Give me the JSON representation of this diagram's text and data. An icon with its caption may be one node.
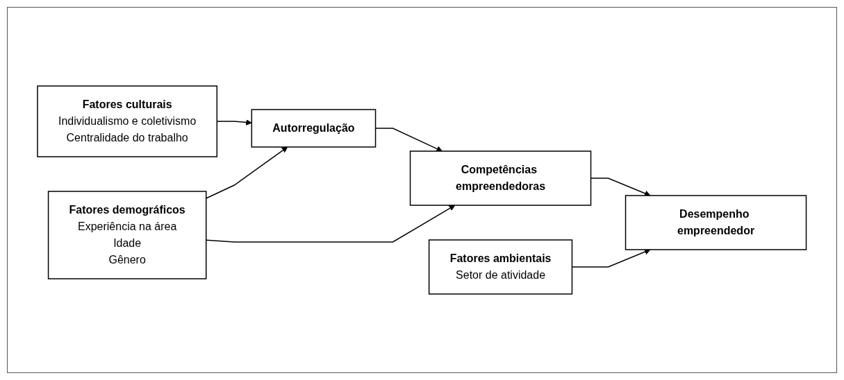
{
  "diagram": {
    "nodes": [
      {
        "text": [
          "Fatores culturais",
          "Individualismo e coletivismo",
          "Centralidade do trabalho"
        ]
      },
      {
        "text": [
          "Fatores demográficos",
          "Experiência na área",
          "Idade",
          "Gênero"
        ]
      },
      {
        "text": [
          "Autorregulação"
        ]
      },
      {
        "text": [
          "Competências empreendedoras"
        ]
      },
      {
        "text": [
          "Fatores ambientais",
          "Setor de atividade"
        ]
      },
      {
        "text": [
          "Desempenho empreendedor"
        ]
      }
    ],
    "edges": [
      {
        "from": 0,
        "to": 2,
        "arrow": "to"
      },
      {
        "from": 1,
        "to": 2,
        "arrow": "to"
      },
      {
        "from": 1,
        "to": 3,
        "arrow": "to"
      },
      {
        "from": 2,
        "to": 3,
        "arrow": "to"
      },
      {
        "from": 3,
        "to": 5,
        "arrow": "to"
      },
      {
        "from": 4,
        "to": 5,
        "arrow": "to"
      }
    ]
  }
}
